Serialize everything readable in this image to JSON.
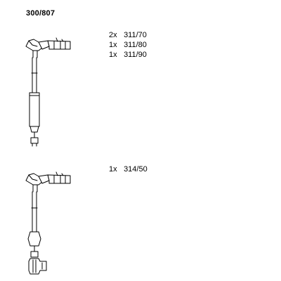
{
  "set_number": "300/807",
  "parts_upper": [
    {
      "qty": "2x",
      "code": "311/70"
    },
    {
      "qty": "1x",
      "code": "311/80"
    },
    {
      "qty": "1x",
      "code": "311/90"
    }
  ],
  "parts_lower": [
    {
      "qty": "1x",
      "code": "314/50"
    }
  ]
}
